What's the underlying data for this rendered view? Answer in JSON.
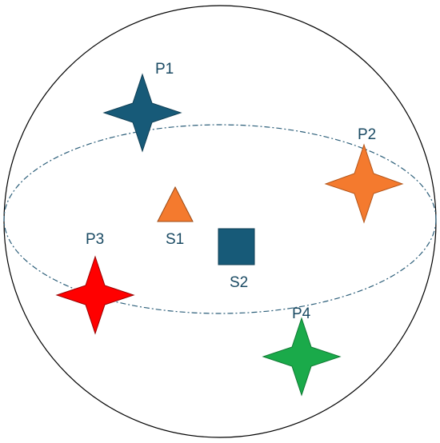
{
  "diagram": {
    "points": [
      {
        "label": "P1",
        "color": "#175a78",
        "shape": "four-point-star"
      },
      {
        "label": "P2",
        "color": "#f47a2e",
        "shape": "four-point-star"
      },
      {
        "label": "P3",
        "color": "#ff0000",
        "shape": "four-point-star"
      },
      {
        "label": "P4",
        "color": "#1aaa4a",
        "shape": "four-point-star"
      }
    ],
    "sources": [
      {
        "label": "S1",
        "color": "#f47a2e",
        "shape": "triangle"
      },
      {
        "label": "S2",
        "color": "#175a78",
        "shape": "square"
      }
    ],
    "label_color": "#1a4a63",
    "outline_color": "#000000",
    "equator_color": "#2d5f7a"
  }
}
